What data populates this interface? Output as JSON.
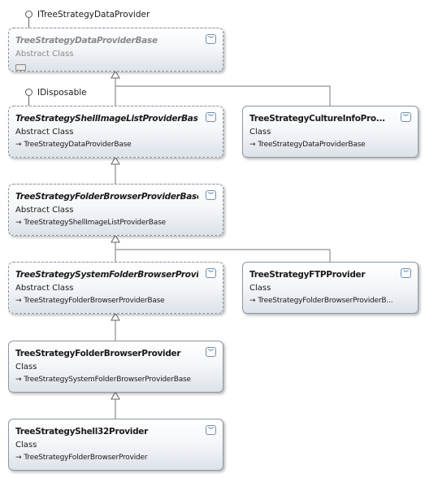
{
  "interfaces": {
    "data_provider": "ITreeStrategyDataProvider",
    "disposable": "IDisposable"
  },
  "shapes": [
    {
      "id": "dpbase",
      "name": "TreeStrategyDataProviderBase",
      "kind": "Abstract Class",
      "base": ""
    },
    {
      "id": "shellbase",
      "name": "TreeStrategyShellImageListProviderBase",
      "kind": "Abstract Class",
      "base": "TreeStrategyDataProviderBase"
    },
    {
      "id": "culture",
      "name": "TreeStrategyCultureInfoPro...",
      "kind": "Class",
      "base": "TreeStrategyDataProviderBase"
    },
    {
      "id": "folderbase",
      "name": "TreeStrategyFolderBrowserProviderBase",
      "kind": "Abstract Class",
      "base": "TreeStrategyShellImageListProviderBase"
    },
    {
      "id": "sysfolder",
      "name": "TreeStrategySystemFolderBrowserProvide...",
      "kind": "Abstract Class",
      "base": "TreeStrategyFolderBrowserProviderBase"
    },
    {
      "id": "ftp",
      "name": "TreeStrategyFTPProvider",
      "kind": "Class",
      "base": "TreeStrategyFolderBrowserProviderB..."
    },
    {
      "id": "folder",
      "name": "TreeStrategyFolderBrowserProvider",
      "kind": "Class",
      "base": "TreeStrategySystemFolderBrowserProviderBase"
    },
    {
      "id": "shell32",
      "name": "TreeStrategyShell32Provider",
      "kind": "Class",
      "base": "TreeStrategyFolderBrowserProvider"
    }
  ],
  "icons": {
    "collapse": "double-chevron-down-icon",
    "base_arrow": "inheritance-arrow-icon",
    "members": "members-toggle-icon"
  }
}
